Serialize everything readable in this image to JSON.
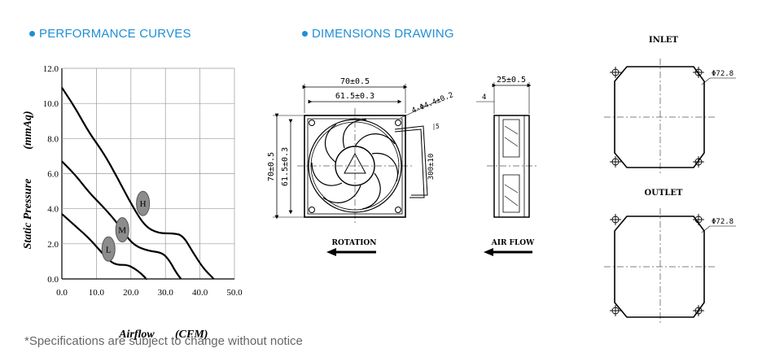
{
  "colors": {
    "accent": "#1f8fd6",
    "curve": "#000000",
    "marker_fill": "#8c8c8c",
    "footnote": "#666666"
  },
  "headings": {
    "performance": "PERFORMANCE CURVES",
    "dimensions": "DIMENSIONS DRAWING"
  },
  "footnote": "*Specifications are subject to change without notice",
  "chart_data": {
    "type": "line",
    "xlabel": "Airflow",
    "xunit": "(CFM)",
    "ylabel": "Static Pressure",
    "yunit": "(mmAq)",
    "xlim": [
      0,
      50
    ],
    "ylim": [
      0,
      12
    ],
    "x_ticks": [
      "0.0",
      "10.0",
      "20.0",
      "30.0",
      "40.0",
      "50.0"
    ],
    "y_ticks": [
      "0.0",
      "2.0",
      "4.0",
      "6.0",
      "8.0",
      "10.0",
      "12.0"
    ],
    "grid": true,
    "series": [
      {
        "name": "H",
        "points": [
          [
            0,
            10.9
          ],
          [
            4,
            9.7
          ],
          [
            8,
            8.3
          ],
          [
            12,
            7.2
          ],
          [
            16,
            5.8
          ],
          [
            20,
            4.3
          ],
          [
            24,
            3.0
          ],
          [
            28,
            2.6
          ],
          [
            32,
            2.6
          ],
          [
            35,
            2.5
          ],
          [
            38,
            1.5
          ],
          [
            41,
            0.6
          ],
          [
            44,
            0.0
          ]
        ]
      },
      {
        "name": "M",
        "points": [
          [
            0,
            6.7
          ],
          [
            4,
            5.9
          ],
          [
            8,
            4.9
          ],
          [
            12,
            4.1
          ],
          [
            16,
            3.2
          ],
          [
            18,
            2.6
          ],
          [
            21,
            1.9
          ],
          [
            25,
            1.6
          ],
          [
            29,
            1.5
          ],
          [
            31,
            1.1
          ],
          [
            33,
            0.4
          ],
          [
            34.5,
            0.0
          ]
        ]
      },
      {
        "name": "L",
        "points": [
          [
            0,
            3.7
          ],
          [
            4,
            3.0
          ],
          [
            8,
            2.3
          ],
          [
            12,
            1.4
          ],
          [
            14,
            1.0
          ],
          [
            16,
            0.8
          ],
          [
            19,
            0.8
          ],
          [
            21,
            0.6
          ],
          [
            23,
            0.3
          ],
          [
            24.5,
            0.0
          ]
        ]
      }
    ],
    "markers": [
      {
        "label": "H",
        "x": 23.5,
        "y": 4.3
      },
      {
        "label": "M",
        "x": 17.5,
        "y": 2.8
      },
      {
        "label": "L",
        "x": 13.5,
        "y": 1.7
      }
    ]
  },
  "drawing": {
    "dim_width": "70±0.5",
    "dim_hole_spacing": "61.5±0.3",
    "dim_height": "70±0.5",
    "dim_hole_spacing_v": "61.5±0.3",
    "dim_holes": "4-Φ4.4±0.2",
    "dim_wire": "300±10",
    "dim_wire_small": "5",
    "dim_depth": "25±0.5",
    "dim_flange": "4",
    "label_rotation": "ROTATION",
    "label_airflow": "AIR FLOW",
    "label_inlet": "INLET",
    "label_outlet": "OUTLET",
    "dim_inlet_dia": "Φ72.8",
    "dim_outlet_dia": "Φ72.8"
  }
}
